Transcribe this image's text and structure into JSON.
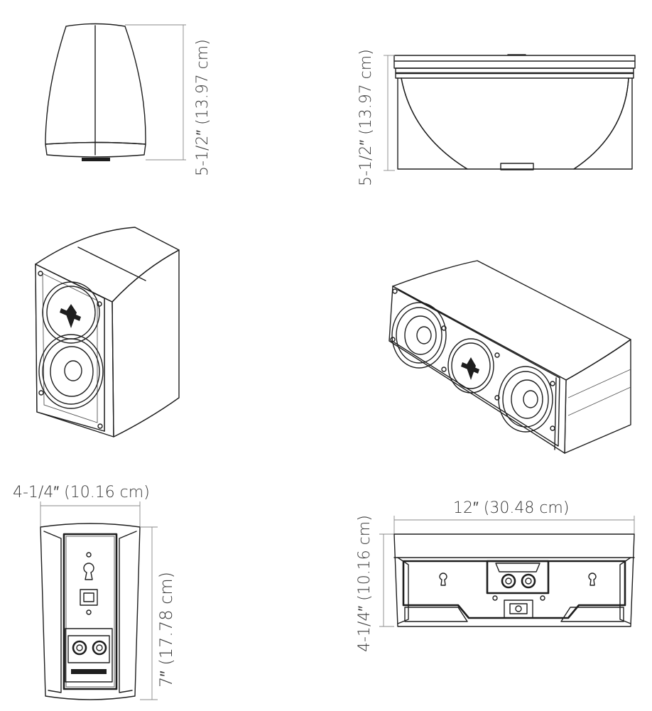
{
  "dimensions": {
    "bookshelf_side_height": "5-1/2″ (13.97 cm)",
    "center_side_height": "5-1/2″ (13.97 cm)",
    "bookshelf_rear_width": "4-1/4″ (10.16 cm)",
    "bookshelf_rear_height": "7″ (17.78 cm)",
    "center_rear_width": "12″ (30.48 cm)",
    "center_rear_height": "4-1/4″ (10.16 cm)"
  }
}
